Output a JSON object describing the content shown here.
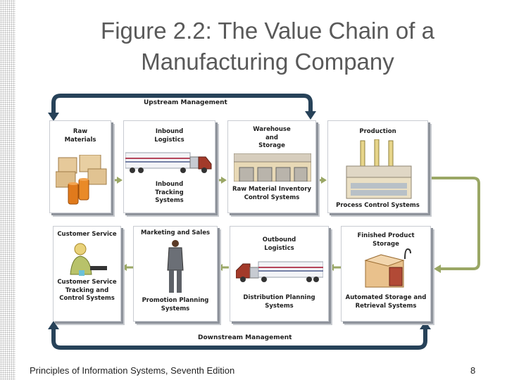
{
  "title": {
    "line1": "Figure 2.2: The Value Chain of a",
    "line2": "Manufacturing Company"
  },
  "upstream_label": "Upstream Management",
  "downstream_label": "Downstream Management",
  "boxes": {
    "raw_materials": {
      "top": "Raw\nMaterials"
    },
    "inbound_logistics": {
      "top": "Inbound\nLogistics",
      "bottom": "Inbound\nTracking\nSystems"
    },
    "warehouse": {
      "top": "Warehouse\nand\nStorage",
      "bottom": "Raw Material Inventory\nControl Systems"
    },
    "production": {
      "top": "Production",
      "bottom": "Process Control Systems"
    },
    "customer_service": {
      "top": "Customer Service",
      "bottom": "Customer Service\nTracking and\nControl Systems"
    },
    "marketing": {
      "top": "Marketing and Sales",
      "bottom": "Promotion Planning\nSystems"
    },
    "outbound": {
      "top": "Outbound\nLogistics",
      "bottom": "Distribution Planning\nSystems"
    },
    "finished": {
      "top": "Finished Product\nStorage",
      "bottom": "Automated Storage and\nRetrieval Systems"
    }
  },
  "colors": {
    "arrow_green": "#9aa765",
    "bar_navy": "#274259",
    "title_gray": "#595959"
  },
  "footer": {
    "left": "Principles of Information Systems, Seventh Edition",
    "page": "8"
  }
}
